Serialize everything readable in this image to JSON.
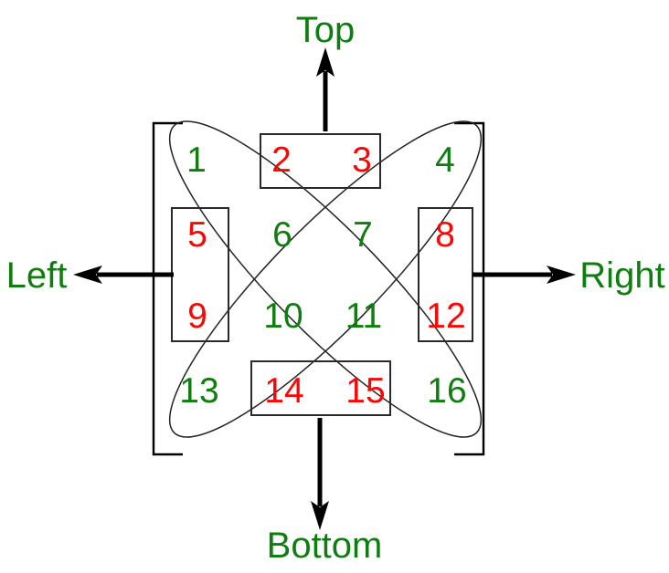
{
  "colors": {
    "green": "#0f7d0f",
    "red": "#fd0505",
    "line": "#000000",
    "background": "#ffffff"
  },
  "direction_labels": {
    "top": "Top",
    "bottom": "Bottom",
    "left": "Left",
    "right": "Right"
  },
  "matrix": {
    "rows": 4,
    "cols": 4,
    "cells": [
      {
        "value": "1",
        "color": "#0f7d0f"
      },
      {
        "value": "2",
        "color": "#fd0505"
      },
      {
        "value": "3",
        "color": "#fd0505"
      },
      {
        "value": "4",
        "color": "#0f7d0f"
      },
      {
        "value": "5",
        "color": "#fd0505"
      },
      {
        "value": "6",
        "color": "#0f7d0f"
      },
      {
        "value": "7",
        "color": "#0f7d0f"
      },
      {
        "value": "8",
        "color": "#fd0505"
      },
      {
        "value": "9",
        "color": "#fd0505"
      },
      {
        "value": "10",
        "color": "#0f7d0f"
      },
      {
        "value": "11",
        "color": "#0f7d0f"
      },
      {
        "value": "12",
        "color": "#fd0505"
      },
      {
        "value": "13",
        "color": "#0f7d0f"
      },
      {
        "value": "14",
        "color": "#fd0505"
      },
      {
        "value": "15",
        "color": "#fd0505"
      },
      {
        "value": "16",
        "color": "#0f7d0f"
      }
    ],
    "groups": {
      "top_rect": [
        "2",
        "3"
      ],
      "left_rect": [
        "5",
        "9"
      ],
      "right_rect": [
        "8",
        "12"
      ],
      "bottom_rect": [
        "14",
        "15"
      ],
      "main_diagonal_ellipse": [
        "1",
        "6",
        "11",
        "16"
      ],
      "anti_diagonal_ellipse": [
        "4",
        "7",
        "10",
        "13"
      ]
    }
  }
}
